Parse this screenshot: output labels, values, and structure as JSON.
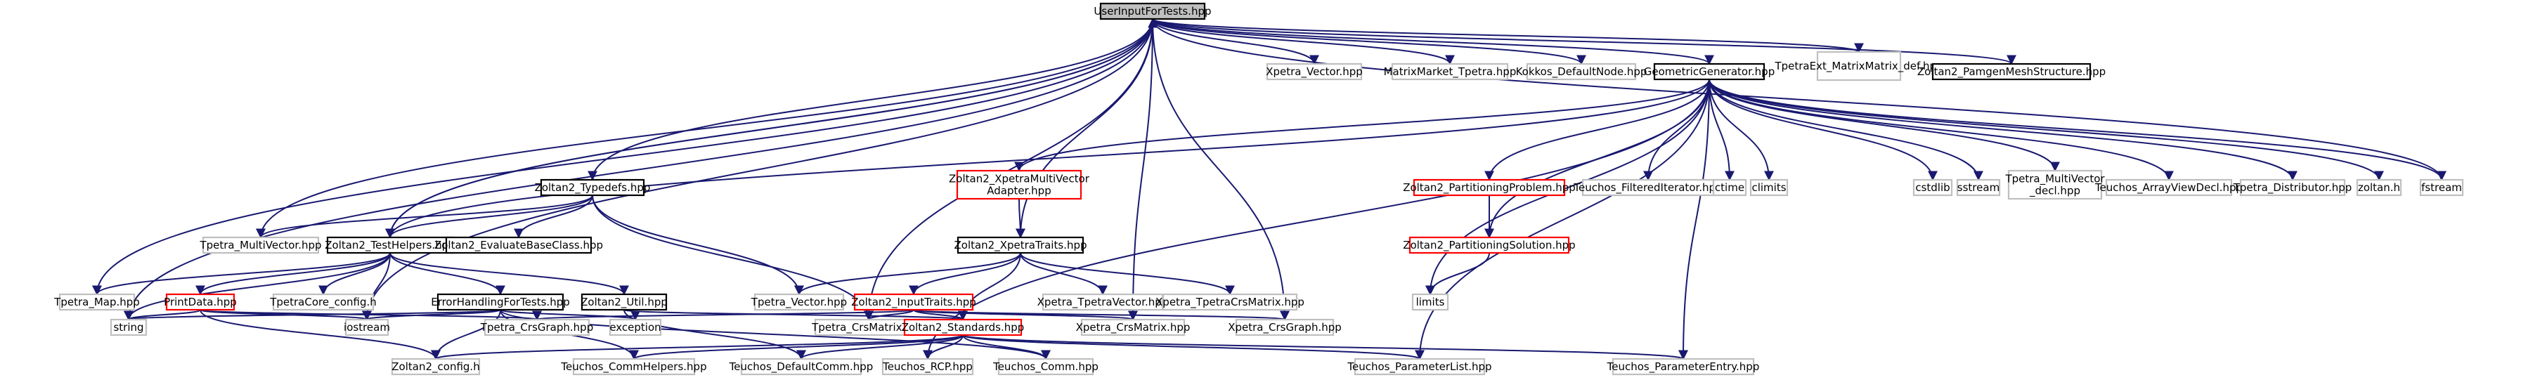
{
  "diagram": {
    "title": "",
    "colors": {
      "edge": "#191970",
      "root_fill": "#bfbfbf",
      "documented_border": "#000000",
      "missing_border": "#ff0000",
      "external_border": "#bfbfbf"
    },
    "nodes": [
      {
        "id": "root",
        "label": "UserInputForTests.hpp",
        "style": "root"
      },
      {
        "id": "xpetra_vector",
        "label": "Xpetra_Vector.hpp",
        "style": "external"
      },
      {
        "id": "matrixmarket",
        "label": "MatrixMarket_Tpetra.hpp",
        "style": "external"
      },
      {
        "id": "kokkos_node",
        "label": "Kokkos_DefaultNode.hpp",
        "style": "external"
      },
      {
        "id": "geomgen",
        "label": "GeometricGenerator.hpp",
        "style": "documented"
      },
      {
        "id": "tpetraext",
        "label": "TpetraExt_MatrixMatrix_def.hpp",
        "style": "external"
      },
      {
        "id": "pamgen",
        "label": "Zoltan2_PamgenMeshStructure.hpp",
        "style": "documented"
      },
      {
        "id": "typedefs",
        "label": "Zoltan2_Typedefs.hpp",
        "style": "documented"
      },
      {
        "id": "xpetra_mv_adapter",
        "label": "Zoltan2_XpetraMultiVector Adapter.hpp",
        "style": "missing"
      },
      {
        "id": "partproblem",
        "label": "Zoltan2_PartitioningProblem.hpp",
        "style": "missing"
      },
      {
        "id": "teuchos_filtered",
        "label": "Teuchos_FilteredIterator.hpp",
        "style": "external"
      },
      {
        "id": "ctime",
        "label": "ctime",
        "style": "external"
      },
      {
        "id": "climits",
        "label": "climits",
        "style": "external"
      },
      {
        "id": "cstdlib",
        "label": "cstdlib",
        "style": "external"
      },
      {
        "id": "sstream",
        "label": "sstream",
        "style": "external"
      },
      {
        "id": "tpetra_mv_decl",
        "label": "Tpetra_MultiVector _decl.hpp",
        "style": "external"
      },
      {
        "id": "teuchos_arrayview",
        "label": "Teuchos_ArrayViewDecl.hpp",
        "style": "external"
      },
      {
        "id": "tpetra_distributor",
        "label": "Tpetra_Distributor.hpp",
        "style": "external"
      },
      {
        "id": "zoltan_h",
        "label": "zoltan.h",
        "style": "external"
      },
      {
        "id": "fstream",
        "label": "fstream",
        "style": "external"
      },
      {
        "id": "tpetra_mv",
        "label": "Tpetra_MultiVector.hpp",
        "style": "external"
      },
      {
        "id": "testhelpers",
        "label": "Zoltan2_TestHelpers.hpp",
        "style": "documented"
      },
      {
        "id": "evalbase",
        "label": "Zoltan2_EvaluateBaseClass.hpp",
        "style": "documented"
      },
      {
        "id": "xpetratraits",
        "label": "Zoltan2_XpetraTraits.hpp",
        "style": "documented"
      },
      {
        "id": "partsolution",
        "label": "Zoltan2_PartitioningSolution.hpp",
        "style": "missing"
      },
      {
        "id": "tpetra_map",
        "label": "Tpetra_Map.hpp",
        "style": "external"
      },
      {
        "id": "printdata",
        "label": "PrintData.hpp",
        "style": "missing"
      },
      {
        "id": "tpetracore_config",
        "label": "TpetraCore_config.h",
        "style": "external"
      },
      {
        "id": "errorhandling",
        "label": "ErrorHandlingForTests.hpp",
        "style": "documented"
      },
      {
        "id": "util",
        "label": "Zoltan2_Util.hpp",
        "style": "documented"
      },
      {
        "id": "tpetra_vector",
        "label": "Tpetra_Vector.hpp",
        "style": "external"
      },
      {
        "id": "inputtraits",
        "label": "Zoltan2_InputTraits.hpp",
        "style": "missing"
      },
      {
        "id": "xpetra_tpetravector",
        "label": "Xpetra_TpetraVector.hpp",
        "style": "external"
      },
      {
        "id": "xpetra_tpetracrs",
        "label": "Xpetra_TpetraCrsMatrix.hpp",
        "style": "external"
      },
      {
        "id": "limits",
        "label": "limits",
        "style": "external"
      },
      {
        "id": "string",
        "label": "string",
        "style": "external"
      },
      {
        "id": "iostream",
        "label": "iostream",
        "style": "external"
      },
      {
        "id": "tpetra_crsgraph",
        "label": "Tpetra_CrsGraph.hpp",
        "style": "external"
      },
      {
        "id": "exception",
        "label": "exception",
        "style": "external"
      },
      {
        "id": "tpetra_crsmatrix",
        "label": "Tpetra_CrsMatrix.hpp",
        "style": "external"
      },
      {
        "id": "standards",
        "label": "Zoltan2_Standards.hpp",
        "style": "missing"
      },
      {
        "id": "xpetra_crsmatrix",
        "label": "Xpetra_CrsMatrix.hpp",
        "style": "external"
      },
      {
        "id": "xpetra_crsgraph",
        "label": "Xpetra_CrsGraph.hpp",
        "style": "external"
      },
      {
        "id": "zoltan2_config",
        "label": "Zoltan2_config.h",
        "style": "external"
      },
      {
        "id": "teuchos_commhelpers",
        "label": "Teuchos_CommHelpers.hpp",
        "style": "external"
      },
      {
        "id": "teuchos_defaultcomm",
        "label": "Teuchos_DefaultComm.hpp",
        "style": "external"
      },
      {
        "id": "teuchos_rcp",
        "label": "Teuchos_RCP.hpp",
        "style": "external"
      },
      {
        "id": "teuchos_comm",
        "label": "Teuchos_Comm.hpp",
        "style": "external"
      },
      {
        "id": "teuchos_paramlist",
        "label": "Teuchos_ParameterList.hpp",
        "style": "external"
      },
      {
        "id": "teuchos_paramentry",
        "label": "Teuchos_ParameterEntry.hpp",
        "style": "external"
      }
    ],
    "edges": [
      [
        "root",
        "xpetra_vector"
      ],
      [
        "root",
        "matrixmarket"
      ],
      [
        "root",
        "kokkos_node"
      ],
      [
        "root",
        "geomgen"
      ],
      [
        "root",
        "tpetraext"
      ],
      [
        "root",
        "pamgen"
      ],
      [
        "root",
        "typedefs"
      ],
      [
        "root",
        "testhelpers"
      ],
      [
        "root",
        "xpetratraits"
      ],
      [
        "root",
        "tpetra_mv"
      ],
      [
        "root",
        "tpetra_map"
      ],
      [
        "root",
        "string"
      ],
      [
        "root",
        "tpetra_crsmatrix"
      ],
      [
        "root",
        "xpetra_crsmatrix"
      ],
      [
        "root",
        "xpetra_crsgraph"
      ],
      [
        "root",
        "fstream"
      ],
      [
        "root",
        "iostream"
      ],
      [
        "geomgen",
        "xpetra_mv_adapter"
      ],
      [
        "geomgen",
        "partproblem"
      ],
      [
        "geomgen",
        "partsolution"
      ],
      [
        "geomgen",
        "teuchos_filtered"
      ],
      [
        "geomgen",
        "ctime"
      ],
      [
        "geomgen",
        "climits"
      ],
      [
        "geomgen",
        "cstdlib"
      ],
      [
        "geomgen",
        "sstream"
      ],
      [
        "geomgen",
        "tpetra_mv_decl"
      ],
      [
        "geomgen",
        "teuchos_arrayview"
      ],
      [
        "geomgen",
        "tpetra_distributor"
      ],
      [
        "geomgen",
        "zoltan_h"
      ],
      [
        "geomgen",
        "fstream"
      ],
      [
        "geomgen",
        "testhelpers"
      ],
      [
        "geomgen",
        "limits"
      ],
      [
        "geomgen",
        "teuchos_rcp"
      ],
      [
        "geomgen",
        "teuchos_paramlist"
      ],
      [
        "geomgen",
        "teuchos_paramentry"
      ],
      [
        "typedefs",
        "tpetra_mv"
      ],
      [
        "typedefs",
        "testhelpers"
      ],
      [
        "typedefs",
        "evalbase"
      ],
      [
        "typedefs",
        "tpetra_vector"
      ],
      [
        "typedefs",
        "tpetra_crsmatrix"
      ],
      [
        "xpetra_mv_adapter",
        "xpetratraits"
      ],
      [
        "partproblem",
        "partsolution"
      ],
      [
        "partsolution",
        "limits"
      ],
      [
        "testhelpers",
        "tpetra_map"
      ],
      [
        "testhelpers",
        "printdata"
      ],
      [
        "testhelpers",
        "tpetracore_config"
      ],
      [
        "testhelpers",
        "errorhandling"
      ],
      [
        "testhelpers",
        "util"
      ],
      [
        "testhelpers",
        "iostream"
      ],
      [
        "testhelpers",
        "string"
      ],
      [
        "testhelpers",
        "root"
      ],
      [
        "xpetratraits",
        "tpetra_vector"
      ],
      [
        "xpetratraits",
        "inputtraits"
      ],
      [
        "xpetratraits",
        "xpetra_tpetravector"
      ],
      [
        "xpetratraits",
        "xpetra_tpetracrs"
      ],
      [
        "xpetratraits",
        "standards"
      ],
      [
        "printdata",
        "string"
      ],
      [
        "printdata",
        "iostream"
      ],
      [
        "printdata",
        "tpetra_crsgraph"
      ],
      [
        "printdata",
        "zoltan2_config"
      ],
      [
        "errorhandling",
        "string"
      ],
      [
        "errorhandling",
        "iostream"
      ],
      [
        "errorhandling",
        "exception"
      ],
      [
        "errorhandling",
        "zoltan2_config"
      ],
      [
        "errorhandling",
        "teuchos_commhelpers"
      ],
      [
        "errorhandling",
        "teuchos_comm"
      ],
      [
        "util",
        "standards"
      ],
      [
        "util",
        "teuchos_defaultcomm"
      ],
      [
        "inputtraits",
        "standards"
      ],
      [
        "inputtraits",
        "tpetra_crsmatrix"
      ],
      [
        "inputtraits",
        "tpetra_crsgraph"
      ],
      [
        "inputtraits",
        "xpetra_crsmatrix"
      ],
      [
        "inputtraits",
        "xpetra_crsgraph"
      ],
      [
        "standards",
        "zoltan2_config"
      ],
      [
        "standards",
        "teuchos_commhelpers"
      ],
      [
        "standards",
        "teuchos_defaultcomm"
      ],
      [
        "standards",
        "teuchos_rcp"
      ],
      [
        "standards",
        "teuchos_comm"
      ],
      [
        "standards",
        "teuchos_paramlist"
      ],
      [
        "standards",
        "teuchos_paramentry"
      ]
    ]
  }
}
